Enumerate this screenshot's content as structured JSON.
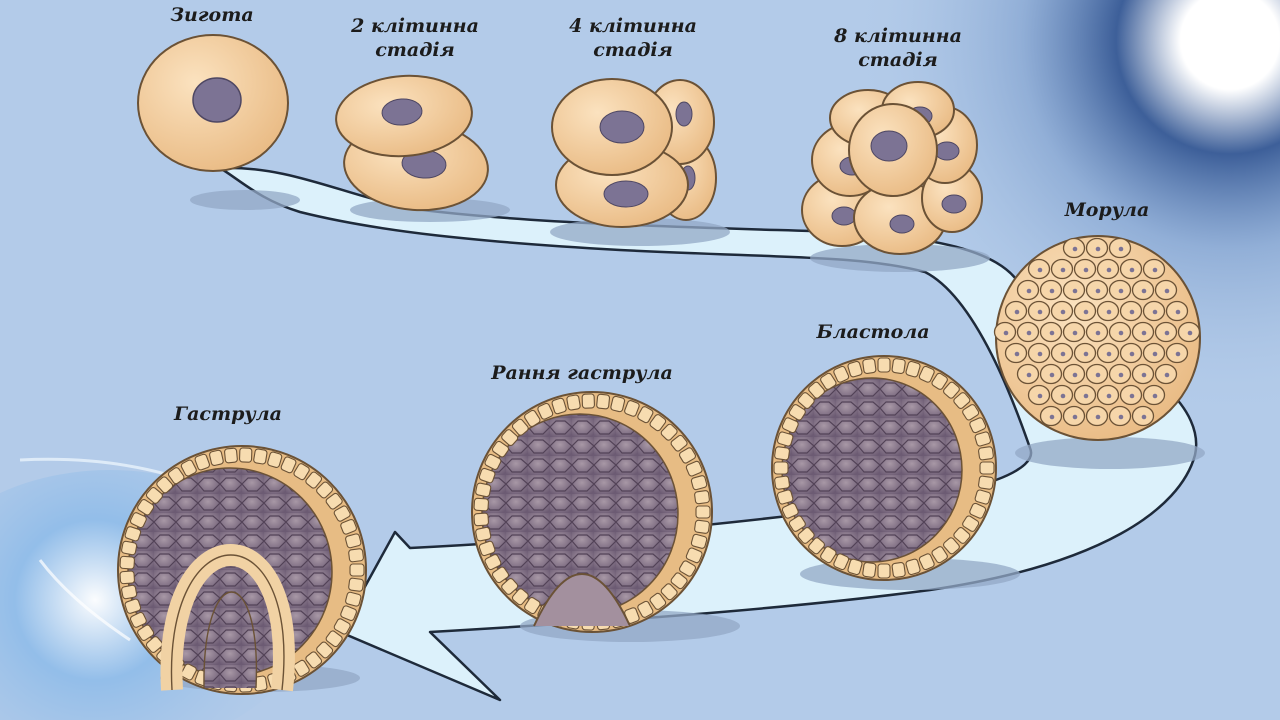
{
  "diagram": {
    "stages": [
      {
        "id": "zygote",
        "label_lines": [
          "Зигота"
        ]
      },
      {
        "id": "two-cell",
        "label_lines": [
          "2 клітинна",
          "стадія"
        ]
      },
      {
        "id": "four-cell",
        "label_lines": [
          "4 клітинна",
          "стадія"
        ]
      },
      {
        "id": "eight-cell",
        "label_lines": [
          "8 клітинна",
          "стадія"
        ]
      },
      {
        "id": "morula",
        "label_lines": [
          "Морула"
        ]
      },
      {
        "id": "blastula",
        "label_lines": [
          "Бластола"
        ]
      },
      {
        "id": "early-gastrula",
        "label_lines": [
          "Рання гаструла"
        ]
      },
      {
        "id": "gastrula",
        "label_lines": [
          "Гаструла"
        ]
      }
    ],
    "colors": {
      "background": "#b3cbe9",
      "path": "#dcf1fb",
      "path_outline": "#1e2a3a",
      "cell": "#f2cd9e",
      "cell_outline": "#6b5236",
      "nucleus": "#7c7394",
      "cavity": "#8b7c91",
      "shadow": "#93a8c6"
    }
  }
}
